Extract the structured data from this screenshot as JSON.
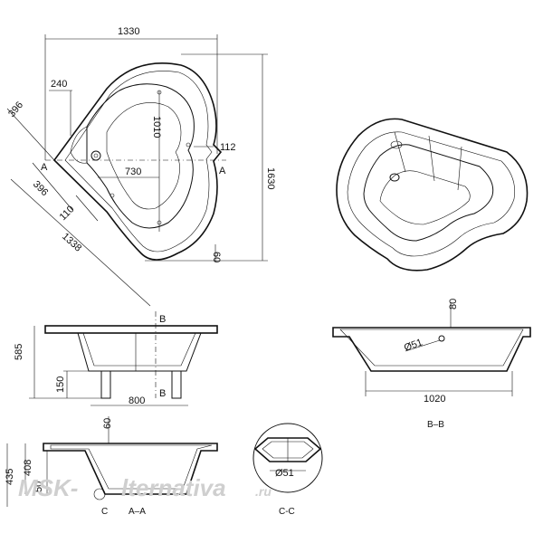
{
  "plan_view": {
    "dims": {
      "width": "1330",
      "height": "1630",
      "diagonal": "1338",
      "side_a": "396",
      "side_b": "396",
      "offset_240": "240",
      "inner_1010": "1010",
      "inner_730": "730",
      "offset_112": "112",
      "offset_110": "110",
      "offset_60": "60"
    },
    "section_marks": [
      "A",
      "A"
    ]
  },
  "front_view": {
    "dims": {
      "height": "585",
      "legs": "150",
      "width": "800"
    },
    "section_marks": [
      "B",
      "B"
    ]
  },
  "section_bb": {
    "dims": {
      "rim": "80",
      "drain": "Ø51",
      "length": "1020"
    },
    "caption": "B–B"
  },
  "section_aa": {
    "dims": {
      "total": "435",
      "depth": "408",
      "step": "50",
      "rim": "60"
    },
    "caption": "A–A",
    "detail_mark": "C"
  },
  "detail_cc": {
    "dims": {
      "drain": "Ø51"
    },
    "caption": "C-C"
  },
  "watermark": {
    "left": "MSK-",
    "right": "lternativa",
    "suffix": ".ru"
  }
}
